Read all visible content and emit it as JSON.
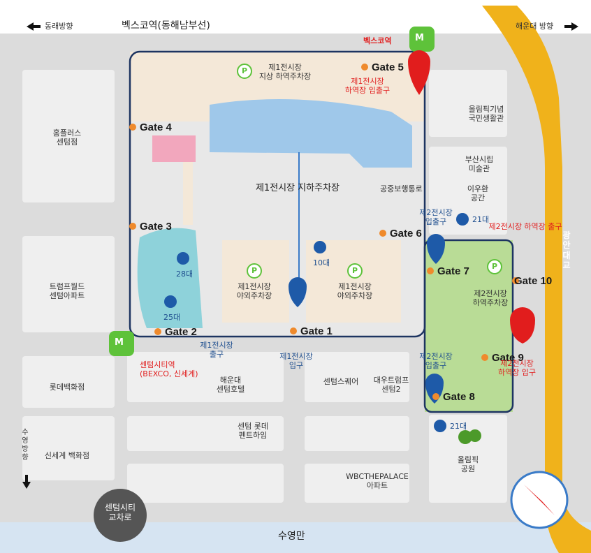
{
  "map": {
    "top_station_road": "벡스코역(동해남부선)",
    "direction_left": "동래방향",
    "direction_right": "해운대 방향",
    "direction_down": "수영방향",
    "bridge": "광안대교",
    "bottom_road": "수영만",
    "intersection": [
      "센텀시티",
      "교차로"
    ]
  },
  "stations": {
    "bexco": "벡스코역",
    "centum": [
      "센텀시티역",
      "(BEXCO, 신세계)"
    ],
    "badge": "M"
  },
  "gates": {
    "g1": "Gate 1",
    "g2": "Gate 2",
    "g3": "Gate 3",
    "g4": "Gate 4",
    "g5": "Gate 5",
    "g6": "Gate 6",
    "g7": "Gate 7",
    "g8": "Gate 8",
    "g9": "Gate 9",
    "g10": "Gate 10"
  },
  "parking": {
    "p1_top": [
      "제1전시장",
      "지상 하역주차장"
    ],
    "p1_left": [
      "제1전시장",
      "야외주차장"
    ],
    "p1_right": [
      "제1전시장",
      "야외주차장"
    ],
    "p2": [
      "제2전시장",
      "하역주차장"
    ],
    "underground": "제1전시장 지하주차장",
    "symbol": "P"
  },
  "service": {
    "hall1_loading": [
      "제1전시장",
      "하역장 입출구"
    ],
    "hall2_loading_exit": [
      "제2전시장 하역장 출구"
    ],
    "hall2_loading_in": [
      "제2전시장",
      "하역장 입구"
    ],
    "hall1_exit": [
      "제1전시장",
      "출구"
    ],
    "hall1_entry": [
      "제1전시장",
      "입구"
    ],
    "hall2_inout_top": [
      "제2전시장",
      "입출구"
    ],
    "hall2_inout_bottom": [
      "제2전시장",
      "입출구"
    ],
    "walkway": "공중보행통로"
  },
  "bikes": {
    "b28": "28대",
    "b25": "25대",
    "b10": "10대",
    "b21a": "21대",
    "b21b": "21대"
  },
  "buildings": {
    "homeplus": [
      "홈플러스",
      "센텀점"
    ],
    "trade": [
      "트럼프월드",
      "센텀아파트"
    ],
    "lotte": "롯데백화점",
    "shinsegae": "신세계 백화점",
    "olympic_hall": [
      "올림픽기념",
      "국민생활관"
    ],
    "museum": [
      "부산시립",
      "미술관"
    ],
    "leeufan": [
      "이우환",
      "공간"
    ],
    "haeundae_hotel": [
      "해운대",
      "센텀호텔"
    ],
    "centum_square": "센텀스퀘어",
    "daewoo": [
      "대우트럼프",
      "센텀2"
    ],
    "lotte_hotel": [
      "센텀 롯데",
      "펜트하임"
    ],
    "wbc": [
      "WBCTHEPALACE",
      "아파트"
    ],
    "olympic_park": [
      "올림픽",
      "공원"
    ]
  },
  "colors": {
    "road": "#dcdcdc",
    "block": "#f0f0f0",
    "hall1_roof": "#9fc8ea",
    "hall2_green": "#b9dc96",
    "plaza_cyan": "#8ed2da",
    "beige": "#f4e8d8",
    "pink": "#f2a7bd",
    "bridge": "#f0b21b",
    "sea": "#d6e4f2",
    "boundary": "#1d3461",
    "marker_orange": "#ef8a2c",
    "marker_red": "#e11d1d",
    "marker_blue": "#1e5aa8",
    "subway_green": "#5ec23a"
  }
}
